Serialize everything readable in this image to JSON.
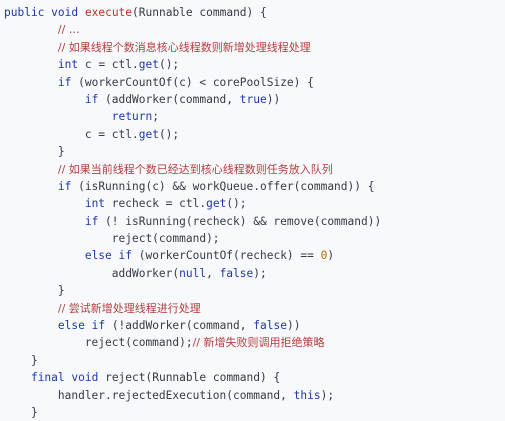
{
  "code": {
    "lines": [
      [
        {
          "t": "kw",
          "s": "public"
        },
        {
          "t": "txt",
          "s": " "
        },
        {
          "t": "kw",
          "s": "void"
        },
        {
          "t": "txt",
          "s": " "
        },
        {
          "t": "fn",
          "s": "execute"
        },
        {
          "t": "txt",
          "s": "(Runnable command) {"
        }
      ],
      [
        {
          "t": "txt",
          "s": "        "
        },
        {
          "t": "cmt",
          "s": "// …"
        }
      ],
      [
        {
          "t": "txt",
          "s": "        "
        },
        {
          "t": "cmt",
          "s": "// 如果线程个数消息核心线程数则新增处理线程处理"
        }
      ],
      [
        {
          "t": "txt",
          "s": "        "
        },
        {
          "t": "kw",
          "s": "int"
        },
        {
          "t": "txt",
          "s": " c = ctl."
        },
        {
          "t": "kw",
          "s": "get"
        },
        {
          "t": "txt",
          "s": "();"
        }
      ],
      [
        {
          "t": "txt",
          "s": "        "
        },
        {
          "t": "kw",
          "s": "if"
        },
        {
          "t": "txt",
          "s": " (workerCountOf(c) < corePoolSize) {"
        }
      ],
      [
        {
          "t": "txt",
          "s": "            "
        },
        {
          "t": "kw",
          "s": "if"
        },
        {
          "t": "txt",
          "s": " (addWorker(command, "
        },
        {
          "t": "kw",
          "s": "true"
        },
        {
          "t": "txt",
          "s": "))"
        }
      ],
      [
        {
          "t": "txt",
          "s": "                "
        },
        {
          "t": "kw",
          "s": "return"
        },
        {
          "t": "txt",
          "s": ";"
        }
      ],
      [
        {
          "t": "txt",
          "s": "            c = ctl."
        },
        {
          "t": "kw",
          "s": "get"
        },
        {
          "t": "txt",
          "s": "();"
        }
      ],
      [
        {
          "t": "txt",
          "s": "        }"
        }
      ],
      [
        {
          "t": "txt",
          "s": "        "
        },
        {
          "t": "cmt",
          "s": "// 如果当前线程个数已经达到核心线程数则任务放入队列"
        }
      ],
      [
        {
          "t": "txt",
          "s": "        "
        },
        {
          "t": "kw",
          "s": "if"
        },
        {
          "t": "txt",
          "s": " (isRunning(c) && workQueue.offer(command)) {"
        }
      ],
      [
        {
          "t": "txt",
          "s": "            "
        },
        {
          "t": "kw",
          "s": "int"
        },
        {
          "t": "txt",
          "s": " recheck = ctl."
        },
        {
          "t": "kw",
          "s": "get"
        },
        {
          "t": "txt",
          "s": "();"
        }
      ],
      [
        {
          "t": "txt",
          "s": "            "
        },
        {
          "t": "kw",
          "s": "if"
        },
        {
          "t": "txt",
          "s": " (! isRunning(recheck) && remove(command))"
        }
      ],
      [
        {
          "t": "txt",
          "s": "                reject(command);"
        }
      ],
      [
        {
          "t": "txt",
          "s": "            "
        },
        {
          "t": "kw",
          "s": "else"
        },
        {
          "t": "txt",
          "s": " "
        },
        {
          "t": "kw",
          "s": "if"
        },
        {
          "t": "txt",
          "s": " (workerCountOf(recheck) == "
        },
        {
          "t": "num",
          "s": "0"
        },
        {
          "t": "txt",
          "s": ")"
        }
      ],
      [
        {
          "t": "txt",
          "s": "                addWorker("
        },
        {
          "t": "kw",
          "s": "null"
        },
        {
          "t": "txt",
          "s": ", "
        },
        {
          "t": "kw",
          "s": "false"
        },
        {
          "t": "txt",
          "s": ");"
        }
      ],
      [
        {
          "t": "txt",
          "s": "        }"
        }
      ],
      [
        {
          "t": "txt",
          "s": "        "
        },
        {
          "t": "cmt",
          "s": "// 尝试新增处理线程进行处理"
        }
      ],
      [
        {
          "t": "txt",
          "s": "        "
        },
        {
          "t": "kw",
          "s": "else"
        },
        {
          "t": "txt",
          "s": " "
        },
        {
          "t": "kw",
          "s": "if"
        },
        {
          "t": "txt",
          "s": " (!addWorker(command, "
        },
        {
          "t": "kw",
          "s": "false"
        },
        {
          "t": "txt",
          "s": "))"
        }
      ],
      [
        {
          "t": "txt",
          "s": "            reject(command);"
        },
        {
          "t": "cmt",
          "s": "// 新增失败则调用拒绝策略"
        }
      ],
      [
        {
          "t": "txt",
          "s": "    }"
        }
      ],
      [
        {
          "t": "txt",
          "s": "    "
        },
        {
          "t": "kw",
          "s": "final"
        },
        {
          "t": "txt",
          "s": " "
        },
        {
          "t": "kw",
          "s": "void"
        },
        {
          "t": "txt",
          "s": " reject(Runnable command) {"
        }
      ],
      [
        {
          "t": "txt",
          "s": "        handler.rejectedExecution(command, "
        },
        {
          "t": "kw",
          "s": "this"
        },
        {
          "t": "txt",
          "s": ");"
        }
      ],
      [
        {
          "t": "txt",
          "s": "    }"
        }
      ]
    ]
  }
}
